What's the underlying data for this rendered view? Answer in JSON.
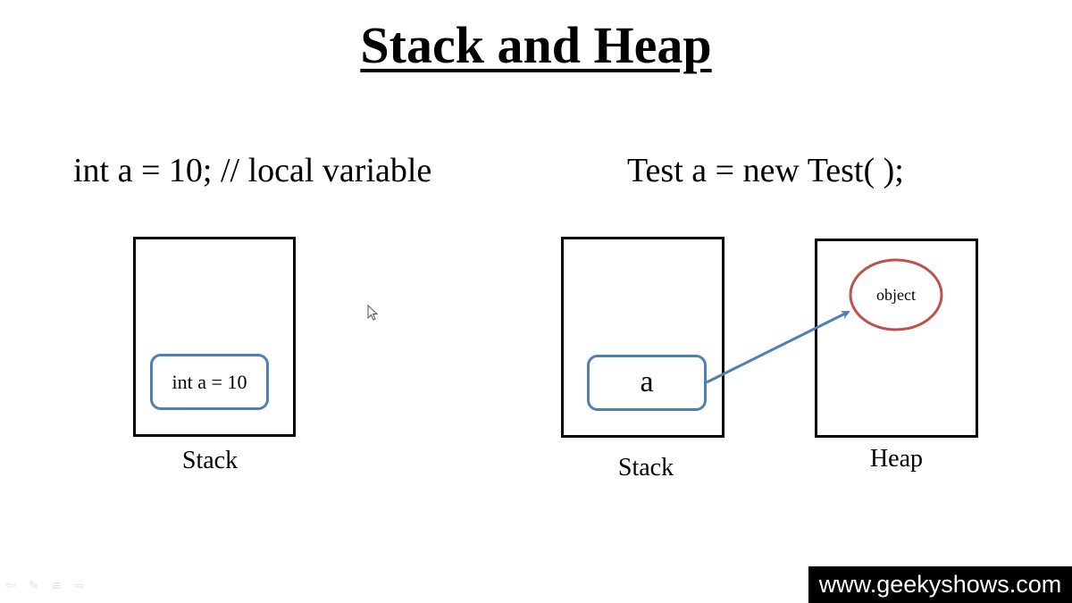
{
  "slide": {
    "title": "Stack and Heap",
    "left_example": {
      "code": "int a = 10; // local variable",
      "stack_label": "Stack",
      "stack_entry": "int a = 10"
    },
    "right_example": {
      "code": "Test a = new Test( );",
      "stack_label": "Stack",
      "stack_entry": "a",
      "heap_label": "Heap",
      "heap_object": "object"
    }
  },
  "watermark": "www.geekyshows.com",
  "slideshow_controls": [
    "previous-icon",
    "pen-icon",
    "menu-icon",
    "next-icon"
  ],
  "colors": {
    "variable_border": "#4f7fb5",
    "object_border": "#c0504d",
    "arrow": "#4f7fb5",
    "box_border": "#000000"
  }
}
